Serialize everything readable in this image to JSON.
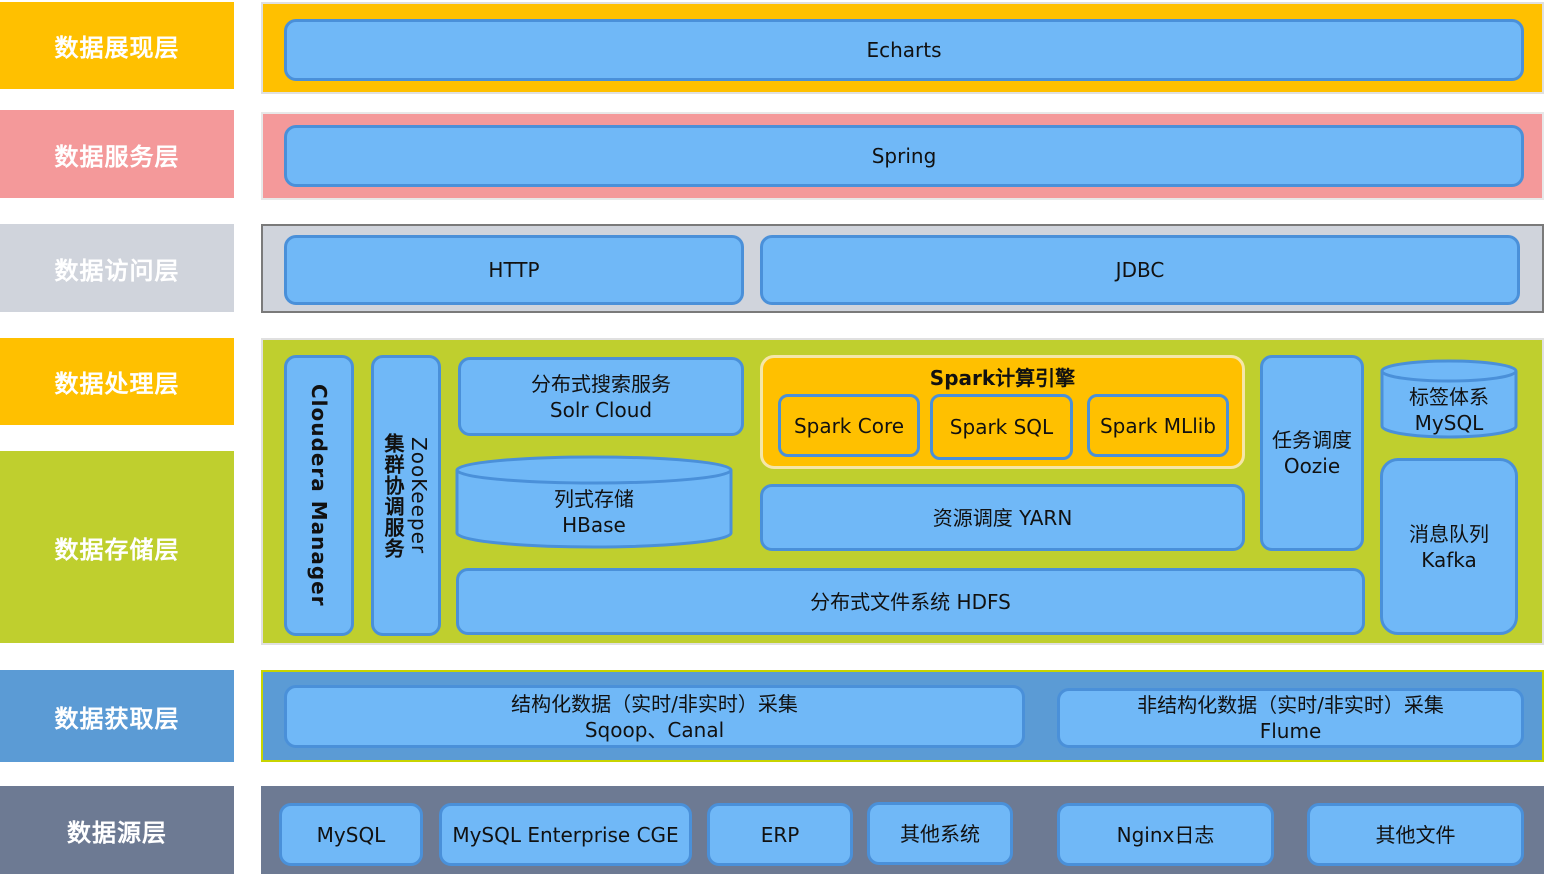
{
  "layers": {
    "presentation": "数据展现层",
    "service": "数据服务层",
    "access": "数据访问层",
    "processing": "数据处理层",
    "storage": "数据存储层",
    "acquisition": "数据获取层",
    "source": "数据源层"
  },
  "presentation": {
    "echarts": "Echarts"
  },
  "service": {
    "spring": "Spring"
  },
  "access": {
    "http": "HTTP",
    "jdbc": "JDBC"
  },
  "processing": {
    "cloudera": "Cloudera Manager",
    "zk_title": "集群协调服务",
    "zk_name": "ZooKeeper",
    "search_title": "分布式搜索服务",
    "search_name": "Solr Cloud",
    "hbase_title": "列式存储",
    "hbase_name": "HBase",
    "spark_title": "Spark计算引擎",
    "spark_core": "Spark Core",
    "spark_sql": "Spark SQL",
    "spark_mllib": "Spark MLlib",
    "yarn": "资源调度 YARN",
    "hdfs": "分布式文件系统 HDFS",
    "oozie_title": "任务调度",
    "oozie_name": "Oozie",
    "tag_title": "标签体系",
    "tag_name": "MySQL",
    "kafka_title": "消息队列",
    "kafka_name": "Kafka"
  },
  "acquisition": {
    "structured_title": "结构化数据（实时/非实时）采集",
    "structured_tools": "Sqoop、Canal",
    "unstructured_title": "非结构化数据（实时/非实时）采集",
    "unstructured_tools": "Flume"
  },
  "sources": {
    "mysql": "MySQL",
    "mysql_cge": "MySQL Enterprise CGE",
    "erp": "ERP",
    "other_systems": "其他系统",
    "nginx": "Nginx日志",
    "other_files": "其他文件"
  },
  "colors": {
    "yellow": "#ffc000",
    "pink": "#f4999a",
    "gray": "#d0d4dc",
    "green": "#bfcf2e",
    "steel_blue": "#5b9bd5",
    "slate": "#6d7a93",
    "box_blue": "#70b8f7"
  }
}
